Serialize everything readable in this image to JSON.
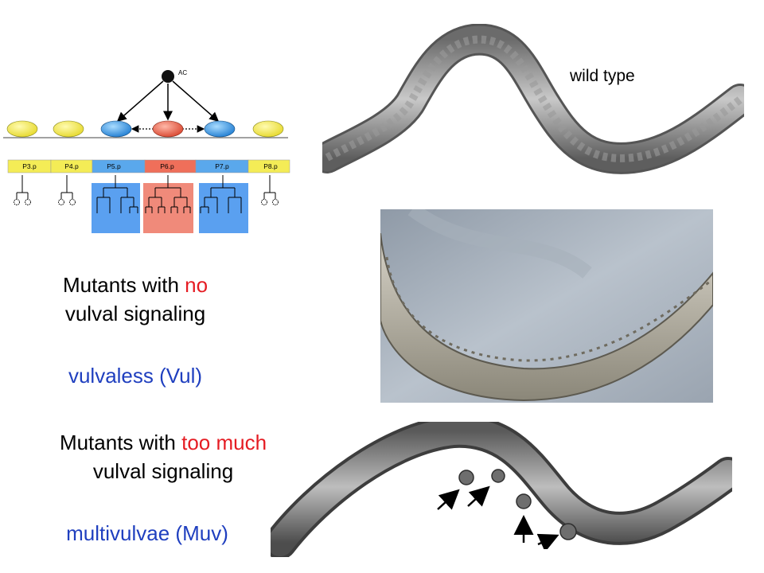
{
  "diagram": {
    "ac_label": "AC",
    "cells": [
      "P3.p",
      "P4.p",
      "P5.p",
      "P6.p",
      "P7.p",
      "P8.p"
    ]
  },
  "captions": {
    "wild_type": "wild type",
    "no_signal_line1_prefix": "Mutants with ",
    "no_signal_line1_highlight": "no",
    "no_signal_line2": "vulval signaling",
    "vul_name": "vulvaless (Vul)",
    "too_much_line1_prefix": "Mutants with ",
    "too_much_line1_highlight": "too much",
    "too_much_line2": "vulval signaling",
    "muv_name": "multivulvae (Muv)"
  },
  "colors": {
    "yellow": "#f4ec56",
    "blue": "#3f9ee6",
    "red": "#ef6f5a",
    "text_red": "#e51c23",
    "text_blue": "#1f3fbf"
  }
}
